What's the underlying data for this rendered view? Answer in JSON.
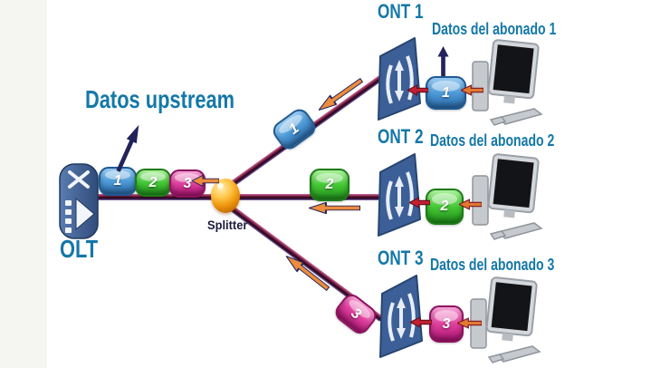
{
  "diagram_title": "GPON upstream flow diagram",
  "labels": {
    "upstream": "Datos upstream",
    "olt": "OLT",
    "splitter": "Splitter"
  },
  "rows": [
    {
      "ont": "ONT 1",
      "subscriber": "Datos del abonado 1",
      "packet": "1"
    },
    {
      "ont": "ONT 2",
      "subscriber": "Datos del abonado 2",
      "packet": "2"
    },
    {
      "ont": "ONT 3",
      "subscriber": "Datos del abonado 3",
      "packet": "3"
    }
  ],
  "olt_queue": [
    {
      "packet": "1"
    },
    {
      "packet": "2"
    },
    {
      "packet": "3"
    }
  ],
  "transit": [
    {
      "packet": "1"
    },
    {
      "packet": "2"
    },
    {
      "packet": "3"
    }
  ],
  "icons": {
    "olt": "olt-router-icon",
    "ont": "ont-terminal-icon",
    "splitter": "splitter-sphere-icon",
    "computer": "desktop-computer-icon",
    "flow": "left-arrow-icon",
    "up": "up-arrow-icon"
  },
  "colors": {
    "label_teal": "#1478a8",
    "fiber_dark": "#33081b",
    "packet_blue": "#4e9bd8",
    "packet_green": "#46c836",
    "packet_pink": "#e0409d",
    "arrow_orange": "#ec8c3c",
    "arrow_red": "#c41f30",
    "arrow_navy": "#22225c",
    "device_blue": "#3c5f98",
    "splitter_orange": "#f09a10"
  }
}
